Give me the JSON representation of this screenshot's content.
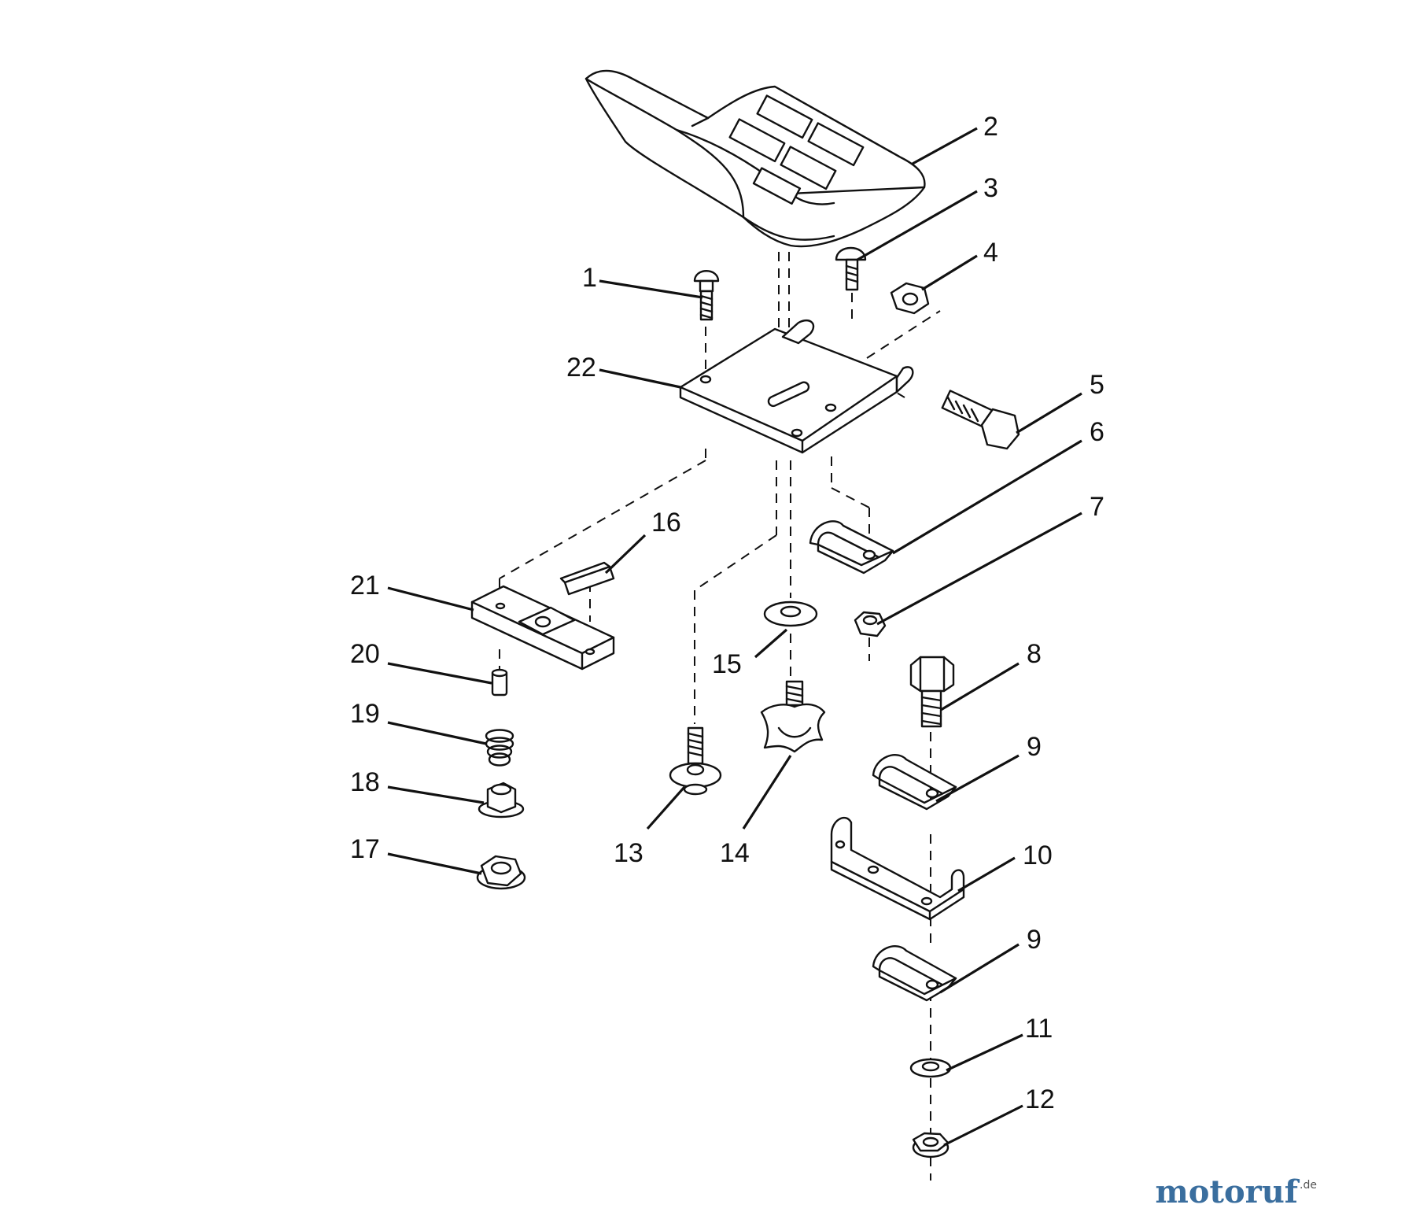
{
  "diagram": {
    "callouts": {
      "c1": "1",
      "c2": "2",
      "c3": "3",
      "c4": "4",
      "c5": "5",
      "c6": "6",
      "c7": "7",
      "c8": "8",
      "c9a": "9",
      "c9b": "9",
      "c10": "10",
      "c11": "11",
      "c12": "12",
      "c13": "13",
      "c14": "14",
      "c15": "15",
      "c16": "16",
      "c17": "17",
      "c18": "18",
      "c19": "19",
      "c20": "20",
      "c21": "21",
      "c22": "22"
    }
  },
  "watermark": {
    "brand": "motoruf",
    "tld": ".de"
  }
}
